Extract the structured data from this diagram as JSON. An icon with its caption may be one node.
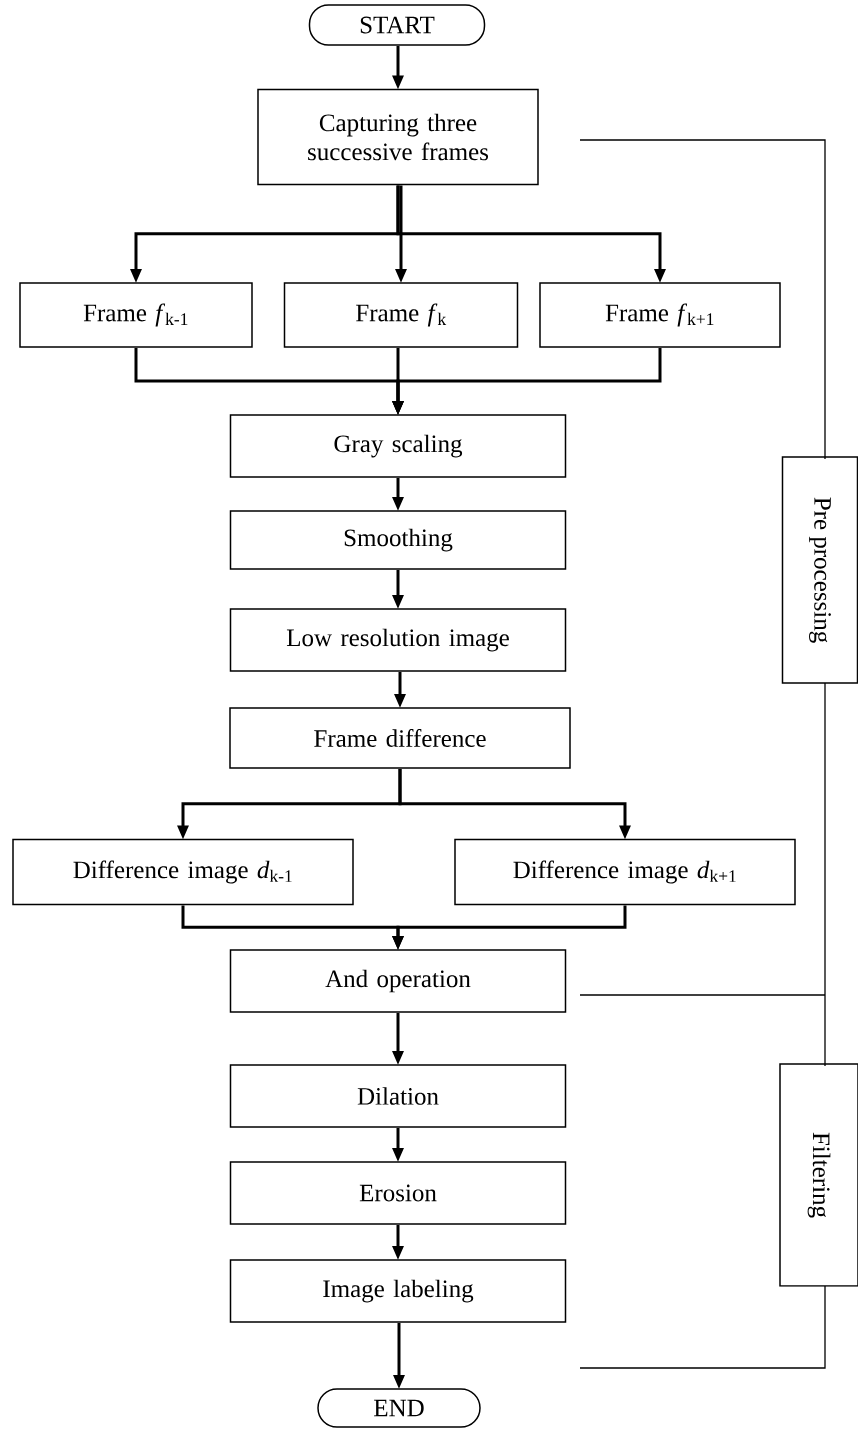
{
  "diagram": {
    "nodes": [
      {
        "text": [
          "START"
        ]
      },
      {
        "text": [
          "Capturing three successive frames"
        ]
      },
      {
        "text": [
          "Frame *f*$_{k-1}$"
        ]
      },
      {
        "text": [
          "Frame *f*$_{k}$"
        ]
      },
      {
        "text": [
          "Frame *f*$_{k+1}$"
        ]
      },
      {
        "text": [
          "Gray scaling"
        ]
      },
      {
        "text": [
          "Smoothing"
        ]
      },
      {
        "text": [
          "Low resolution image"
        ]
      },
      {
        "text": [
          "Frame difference"
        ]
      },
      {
        "text": [
          "Difference image *d*$_{k-1}$"
        ]
      },
      {
        "text": [
          "Difference image *d*$_{k+1}$"
        ]
      },
      {
        "text": [
          "And operation"
        ]
      },
      {
        "text": [
          "Dilation"
        ]
      },
      {
        "text": [
          "Erosion"
        ]
      },
      {
        "text": [
          "Image labeling"
        ]
      },
      {
        "text": [
          "END"
        ]
      },
      {
        "text": [
          "Pre processing"
        ]
      },
      {
        "text": [
          "Filtering"
        ]
      }
    ],
    "edges": [
      {
        "from": 0,
        "to": 1,
        "arrow": "to"
      },
      {
        "from": 1,
        "to": 2,
        "arrow": "to"
      },
      {
        "from": 1,
        "to": 3,
        "arrow": "to"
      },
      {
        "from": 1,
        "to": 4,
        "arrow": "to"
      },
      {
        "from": 2,
        "to": 5,
        "arrow": "to"
      },
      {
        "from": 3,
        "to": 5,
        "arrow": "to"
      },
      {
        "from": 4,
        "to": 5,
        "arrow": "to"
      },
      {
        "from": 5,
        "to": 6,
        "arrow": "to"
      },
      {
        "from": 6,
        "to": 7,
        "arrow": "to"
      },
      {
        "from": 7,
        "to": 8,
        "arrow": "to"
      },
      {
        "from": 8,
        "to": 9,
        "arrow": "to"
      },
      {
        "from": 8,
        "to": 10,
        "arrow": "to"
      },
      {
        "from": 9,
        "to": 11,
        "arrow": "to"
      },
      {
        "from": 10,
        "to": 11,
        "arrow": "to"
      },
      {
        "from": 11,
        "to": 12,
        "arrow": "to"
      },
      {
        "from": 12,
        "to": 13,
        "arrow": "to"
      },
      {
        "from": 13,
        "to": 14,
        "arrow": "to"
      },
      {
        "from": 14,
        "to": 15,
        "arrow": "to"
      }
    ]
  }
}
